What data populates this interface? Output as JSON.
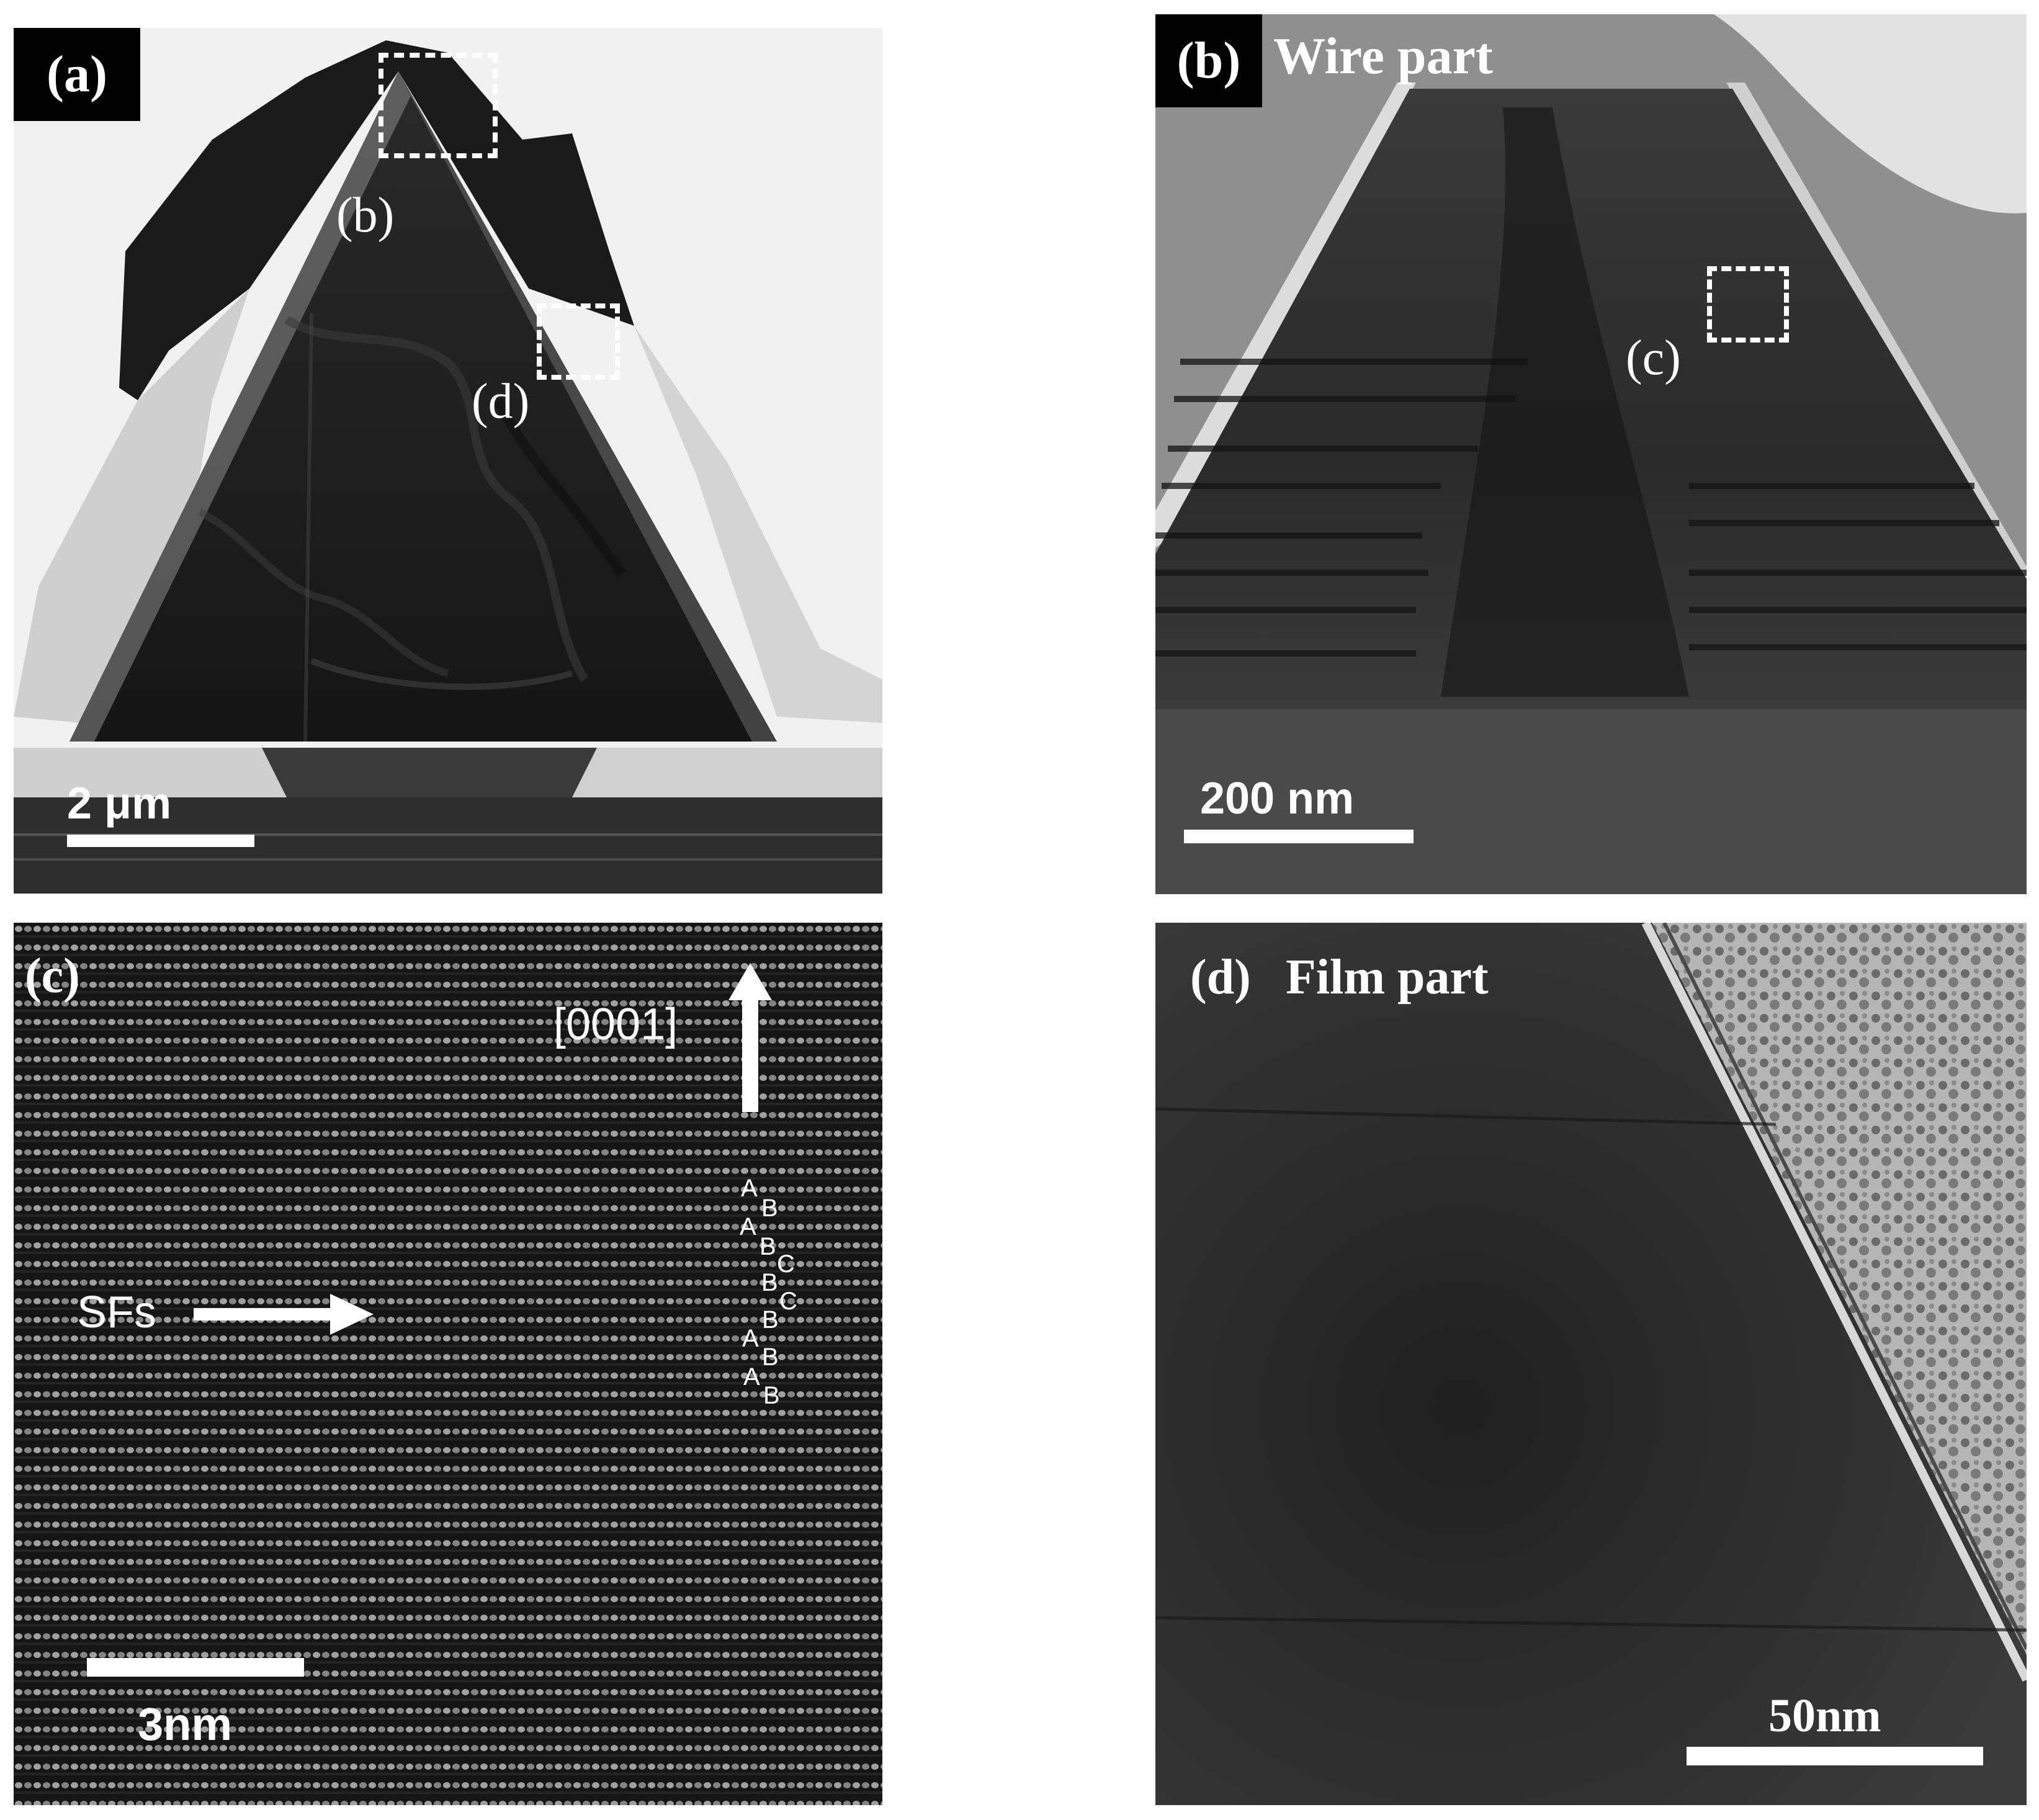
{
  "panels": {
    "a": {
      "label": "(a)",
      "box_b_label": "(b)",
      "box_d_label": "(d)",
      "scalebar": "2 μm"
    },
    "b": {
      "label": "(b)",
      "title": "Wire part",
      "box_c_label": "(c)",
      "scalebar": "200 nm"
    },
    "c": {
      "label": "(c)",
      "direction": "[0001]",
      "sfs_label": "SFs",
      "stacking_letters": [
        "A",
        "B",
        "A",
        "B",
        "C",
        "B",
        "C",
        "B",
        "A",
        "B",
        "A",
        "B"
      ],
      "scalebar": "3nm"
    },
    "d": {
      "label": "(d)",
      "title": "Film part",
      "scalebar": "50nm"
    }
  }
}
